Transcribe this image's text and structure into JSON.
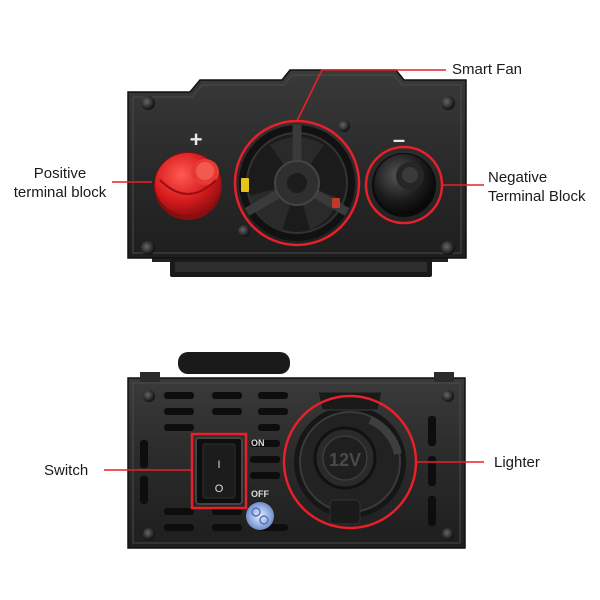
{
  "image": {
    "description_labels": {
      "smart_fan": "Smart Fan",
      "positive_line1": "Positive",
      "positive_line2": "terminal block",
      "negative_line1": "Negative",
      "negative_line2": "Terminal Block",
      "switch": "Switch",
      "lighter": "Lighter"
    },
    "device_markings": {
      "plus_sign": "+",
      "minus_sign": "–",
      "on_label": "ON",
      "off_label": "OFF",
      "switch_on_mark": "I",
      "switch_off_mark": "O",
      "socket_voltage": "12V"
    }
  },
  "colors": {
    "callout_red": "#e8202a",
    "terminal_red": "#d81c1e",
    "panel_dark": "#2b2b2b"
  }
}
